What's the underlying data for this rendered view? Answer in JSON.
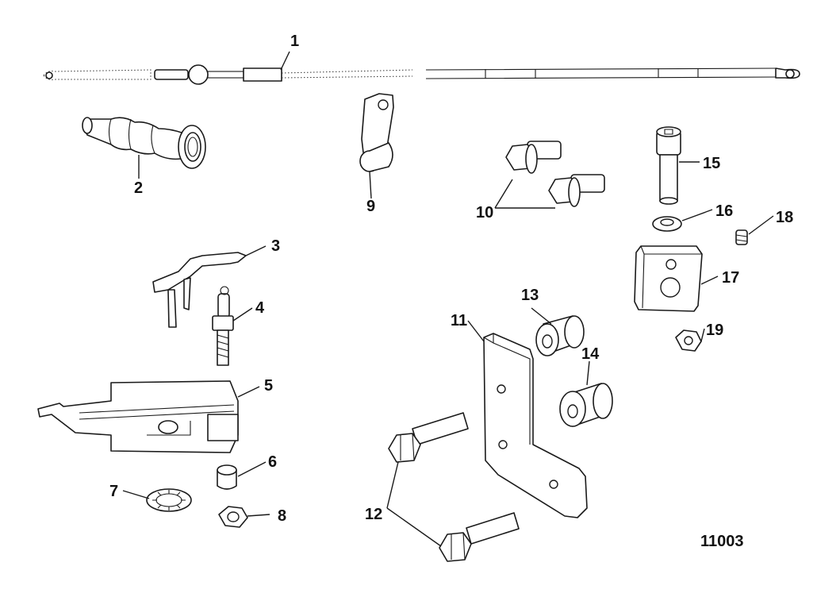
{
  "callouts": [
    "1",
    "2",
    "3",
    "4",
    "5",
    "6",
    "7",
    "8",
    "9",
    "10",
    "11",
    "12",
    "13",
    "14",
    "15",
    "16",
    "17",
    "18",
    "19"
  ],
  "figure_number": "11003"
}
